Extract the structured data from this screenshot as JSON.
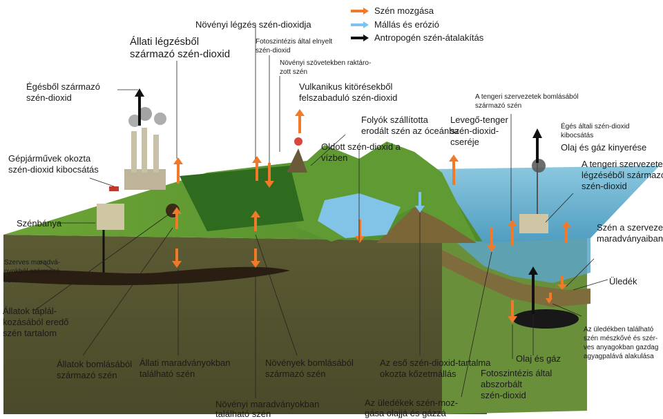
{
  "legend": {
    "carbon_movement": "Szén mozgása",
    "weathering": "Mállás és erózió",
    "anthropogenic": "Antropogén szén-átalakítás",
    "colors": {
      "carbon": "#f07a2a",
      "weathering": "#7cc3ef",
      "anthropogenic": "#111111"
    }
  },
  "labels": {
    "plant_resp": "Növényi légzés szén-dioxidja",
    "animal_resp_1": "Állati légzésből",
    "animal_resp_2": "származó szén-dioxid",
    "photo_uptake_1": "Fotoszintézis által elnyelt",
    "photo_uptake_2": "szén-dioxid",
    "plant_store_1": "Növényi szövetekben raktáro-",
    "plant_store_2": "zott szén",
    "combustion_1": "Égésből származó",
    "combustion_2": "szén-dioxid",
    "volcanic_1": "Vulkanikus kitörésekből",
    "volcanic_2": "felszabaduló szén-dioxid",
    "rivers_1": "Folyók szállította",
    "rivers_2": "erodált szén az óceánba",
    "air_sea_1": "Levegő-tenger",
    "air_sea_2": "szén-dioxid-",
    "air_sea_3": "cseréje",
    "marine_decay_1": "A tengeri szervezetek bomlásából",
    "marine_decay_2": "származó szén",
    "comb_emission_1": "Égés általi szén-dioxid",
    "comb_emission_2": "kibocsátás",
    "oil_gas_extract": "Olaj és gáz kinyerése",
    "marine_resp_1": "A tengeri szervezetek",
    "marine_resp_2": "légzéséből származó",
    "marine_resp_3": "szén-dioxid",
    "dissolved_1": "Oldott szén-dioxid a",
    "dissolved_2": "vízben",
    "vehicles_1": "Gépjárművek okozta",
    "vehicles_2": "szén-dioxid kibocsátás",
    "coal_mine": "Szénbánya",
    "remains_carbon_1": "Szén a szervezete",
    "remains_carbon_2": "maradványaiban",
    "organic_remains_1": "Szerves maradvá-",
    "organic_remains_2": "nyokból származó",
    "organic_remains_3": "szén",
    "sediment": "Üledék",
    "animal_feed_1": "Állatok táplál-",
    "animal_feed_2": "kozásából eredő",
    "animal_feed_3": "szén tartalom",
    "limestone_1": "Az üledékben található",
    "limestone_2": "szén mészkővé és szér-",
    "limestone_3": "ves anyagokban gazdag",
    "limestone_4": "agyagpalává alakulása",
    "animal_decay_1": "Állatok bomlásából",
    "animal_decay_2": "származó szén",
    "animal_remains_1": "Állati maradványokban",
    "animal_remains_2": "található szén",
    "plant_decay_1": "Növények bomlásából",
    "plant_decay_2": "származó szén",
    "rain_weather_1": "Az eső szén-dioxid-tartalma",
    "rain_weather_2": "okozta kőzetmállás",
    "oil_gas": "Olaj és gáz",
    "photo_absorb_1": "Fotoszintézis által",
    "photo_absorb_2": "abszorbált",
    "photo_absorb_3": "szén-dioxid",
    "plant_remains_1": "Növényi maradványokban",
    "plant_remains_2": "található szén",
    "sediment_move_1": "Az üledékek szén-moz-",
    "sediment_move_2": "gása olajjá és gázzá"
  }
}
